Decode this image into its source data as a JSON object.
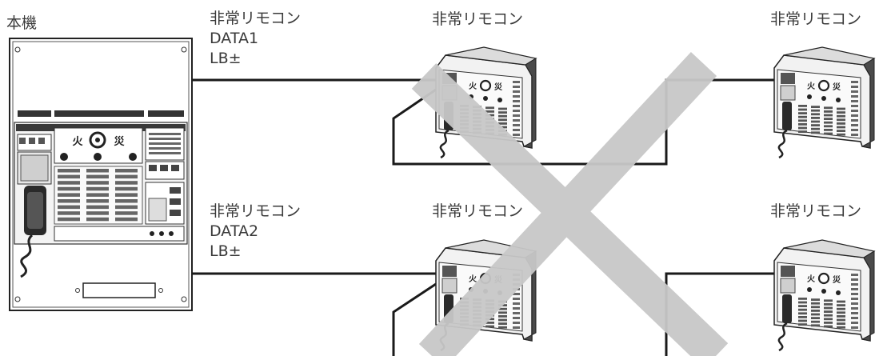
{
  "main_unit": {
    "label": "本機"
  },
  "line_1": {
    "line1": "非常リモコン",
    "line2": "DATA1",
    "line3": "LB±"
  },
  "line_2": {
    "line1": "非常リモコン",
    "line2": "DATA2",
    "line3": "LB±"
  },
  "remotes": [
    {
      "label": "非常リモコン"
    },
    {
      "label": "非常リモコン"
    },
    {
      "label": "非常リモコン"
    },
    {
      "label": "非常リモコン"
    }
  ],
  "panel_glyphs": {
    "fire": "火",
    "disaster": "災"
  },
  "colors": {
    "line": "#1a1a1a",
    "cross": "#c8c8c8",
    "device_body": "#f2f2f2",
    "device_dark": "#444444"
  },
  "cross_meaning": "not-allowed"
}
